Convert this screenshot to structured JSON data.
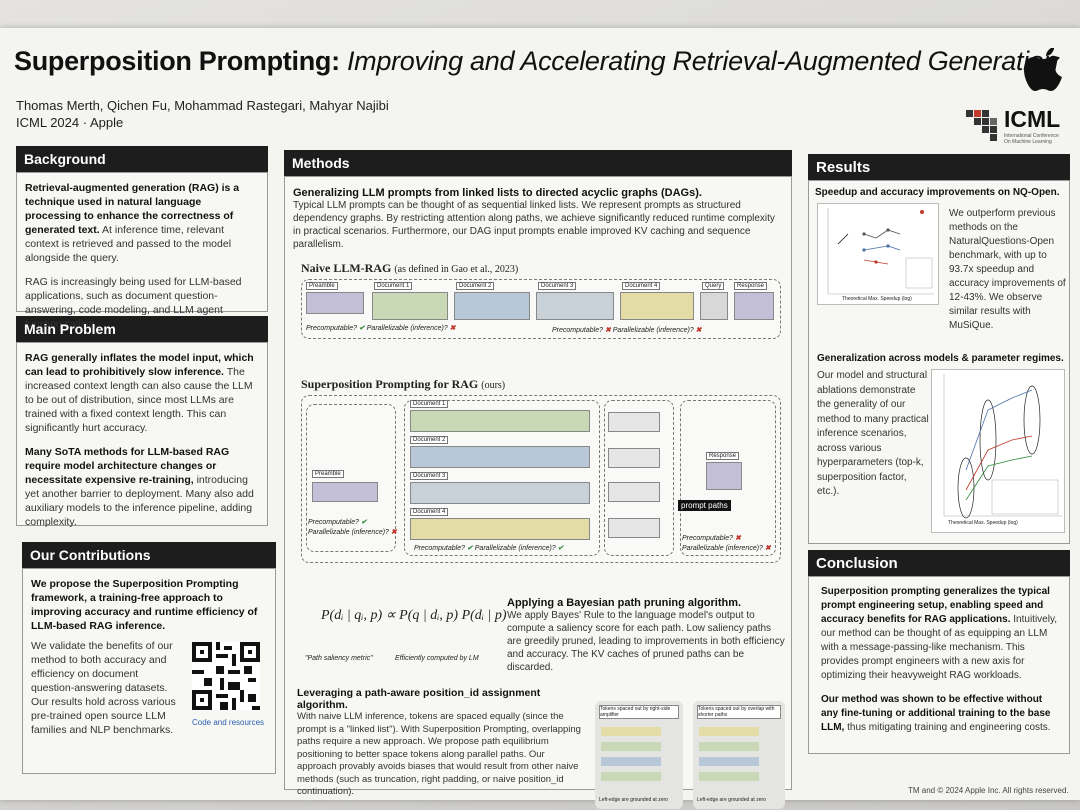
{
  "header": {
    "title_main": "Superposition Prompting:",
    "title_sub": "Improving and Accelerating Retrieval-Augmented Generation",
    "authors": "Thomas Merth, Qichen Fu, Mohammad Rastegari, Mahyar Najibi",
    "venue": "ICML 2024  ·  Apple",
    "icml_logo": "ICML",
    "icml_sub": "International Conference On Machine Learning"
  },
  "background": {
    "heading": "Background",
    "p1_bold": "Retrieval-augmented generation (RAG) is a technique used in natural language processing to enhance the correctness of generated text.",
    "p1_rest": "At inference time, relevant context is retrieved and passed to the model alongside the query.",
    "p2": "RAG is increasingly being used for LLM-based applications, such as document question-answering, code modeling, and LLM agent function calling."
  },
  "main_problem": {
    "heading": "Main Problem",
    "p1_bold": "RAG generally inflates the model input, which can lead to prohibitively slow inference.",
    "p1_rest": "The increased context length can also cause the LLM to be out of distribution, since most LLMs are trained with a fixed context length. This can significantly hurt accuracy.",
    "p2_bold": "Many SoTA methods for LLM-based RAG require model architecture changes or necessitate expensive re-training,",
    "p2_rest": "introducing yet another barrier to deployment. Many also add auxiliary models to the inference pipeline, adding complexity."
  },
  "contributions": {
    "heading": "Our Contributions",
    "p1": "We propose the Superposition Prompting framework, a training-free approach to improving accuracy and runtime efficiency of LLM-based RAG inference.",
    "p2": "We validate the benefits of our method to both accuracy and efficiency on document question-answering datasets. Our results hold across various pre-trained open source LLM families and NLP benchmarks.",
    "qr_label": "Code and resources"
  },
  "methods": {
    "heading": "Methods",
    "gen_title": "Generalizing LLM prompts from linked lists to directed acyclic graphs (DAGs).",
    "gen_text": "Typical LLM prompts can be thought of as sequential linked lists. We represent prompts as structured dependency graphs. By restricting attention along paths, we achieve significantly reduced runtime complexity in practical scenarios. Furthermore, our DAG input prompts enable improved KV caching and sequence parallelism.",
    "naive_title": "Naive LLM-RAG",
    "naive_ref": "(as defined in Gao et al., 2023)",
    "superpos_title": "Superposition Prompting for RAG",
    "superpos_ref": "(ours)",
    "labels": {
      "preamble": "Preamble",
      "doc1": "Document 1",
      "doc2": "Document 2",
      "doc3": "Document 3",
      "doc4": "Document 4",
      "query": "Query",
      "response": "Response",
      "prompt_path": "prompt paths"
    },
    "status": {
      "precomputable_yes": "Precomputable?",
      "parallelizable_no": "Parallelizable (inference)?",
      "precomputable_no": "Precomputable?",
      "parallelizable_yes": "Parallelizable (inference)?"
    },
    "formula": "P(dᵢ | qᵢ, p) ∝ P(q | dᵢ, p) P(dᵢ | p)",
    "formula_note_left": "\"Path saliency metric\"",
    "formula_note_right": "Efficiently computed by LM",
    "bayes_title": "Applying a Bayesian path pruning algorithm.",
    "bayes_text": "We apply Bayes' Rule to the language model's output to compute a saliency score for each path. Low saliency paths are greedily pruned, leading to improvements in both efficiency and accuracy. The KV caches of pruned paths can be discarded.",
    "posid_title": "Leveraging a path-aware position_id assignment algorithm.",
    "posid_text": "With naive LLM inference, tokens are spaced equally (since the prompt is a \"linked list\"). With Superposition Prompting, overlapping paths require a new approach. We propose path equilibrium positioning to better space tokens along parallel paths. Our approach provably avoids biases that would result from other naive methods (such as truncation, right padding, or naive position_id continuation).",
    "posid_fig_left_top": "Tokens spaced out by right-side amplifier",
    "posid_fig_right_top": "Tokens spaced out by overlap with shorter paths",
    "posid_fig_left_bottom": "Left-edge are grounded at zero",
    "posid_fig_right_bottom": "Left-edge are grounded at zero"
  },
  "results": {
    "heading": "Results",
    "speedup_title": "Speedup and accuracy improvements on NQ-Open.",
    "speedup_text": "We outperform previous methods on the NaturalQuestions-Open benchmark, with up to 93.7x speedup and accuracy improvements of 12-43%. We observe similar results with MuSiQue.",
    "general_title": "Generalization across models & parameter regimes.",
    "general_text": "Our model and structural ablations demonstrate the generality of our method to many practical inference scenarios, across various hyperparameters (top-k, superposition factor, etc.).",
    "plot1_xlabel": "Theoretical Max. Speedup (log)",
    "plot2_xlabel": "Theoretical Max. Speedup (log)"
  },
  "conclusion": {
    "heading": "Conclusion",
    "p1_bold": "Superposition prompting generalizes the typical prompt engineering setup, enabling speed and accuracy benefits for RAG applications.",
    "p1_rest": "Intuitively, our method can be thought of as equipping an LLM with a message-passing-like mechanism. This provides prompt engineers with a new axis for optimizing their heavyweight RAG workloads.",
    "p2_bold": "Our method was shown to be effective without any fine-tuning or additional training to the base LLM,",
    "p2_rest": "thus mitigating training and engineering costs."
  },
  "footer": "TM and © 2024 Apple Inc. All rights reserved.",
  "colors": {
    "bar": "#1d1d1d",
    "check": "#2e8b3a",
    "cross": "#c0392b",
    "doc_green": "#c9d9b8",
    "doc_blue": "#b8c8d8",
    "doc_yellow": "#e3dca6",
    "doc_purple": "#c4bfd8"
  }
}
